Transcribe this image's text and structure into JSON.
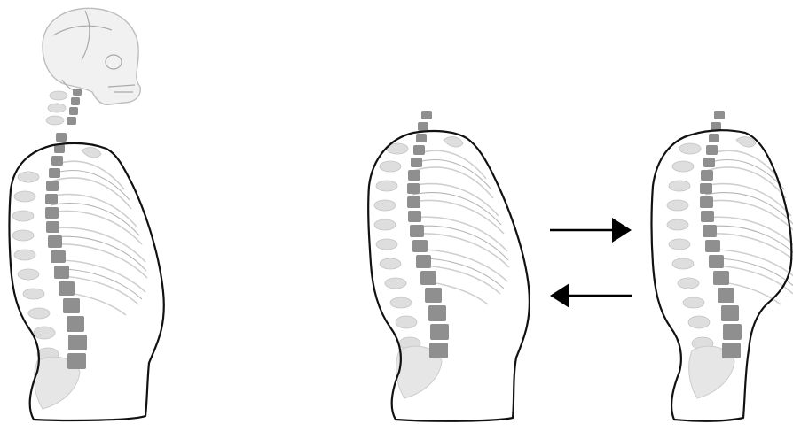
{
  "figure": {
    "panels": [
      {
        "id": "full-skeleton",
        "includes_skull": true,
        "outline": "torso"
      },
      {
        "id": "torso-middle",
        "includes_skull": false,
        "outline": "torso"
      },
      {
        "id": "torso-right",
        "includes_skull": false,
        "outline": "torso-altered"
      }
    ],
    "arrows": [
      {
        "direction": "right",
        "icon": "arrow-right-icon"
      },
      {
        "direction": "left",
        "icon": "arrow-left-icon"
      }
    ],
    "colors": {
      "outline": "#111111",
      "vertebra": "#8f8f8f",
      "bone": "#dedede",
      "arrow": "#000000"
    }
  }
}
